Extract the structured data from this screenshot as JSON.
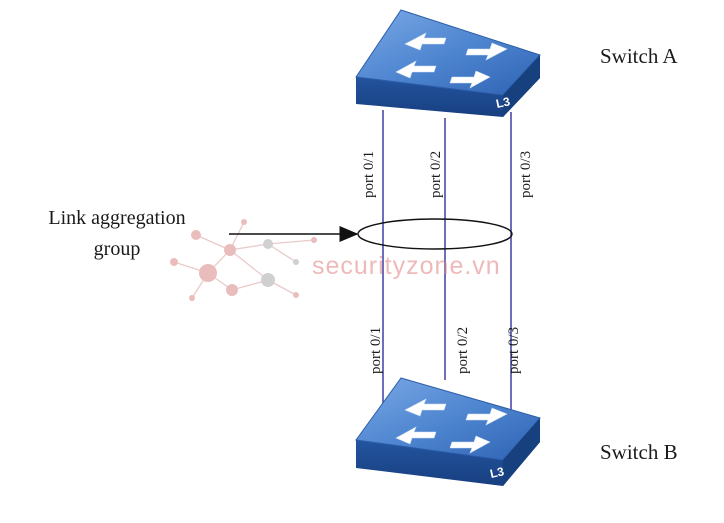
{
  "switch_a": {
    "name": "Switch A",
    "badge": "L3"
  },
  "switch_b": {
    "name": "Switch B",
    "badge": "L3"
  },
  "lag_label": {
    "line1": "Link aggregation",
    "line2": "group"
  },
  "ports_top": [
    "port 0/1",
    "port 0/2",
    "port 0/3"
  ],
  "ports_bottom": [
    "port 0/1",
    "port 0/2",
    "port 0/3"
  ],
  "watermark": "securityzone.vn",
  "colors": {
    "link": "#4a4aa8",
    "switch_top": "#4f86d0",
    "switch_side": "#1f4f99",
    "watermark": "#e08a8a"
  }
}
